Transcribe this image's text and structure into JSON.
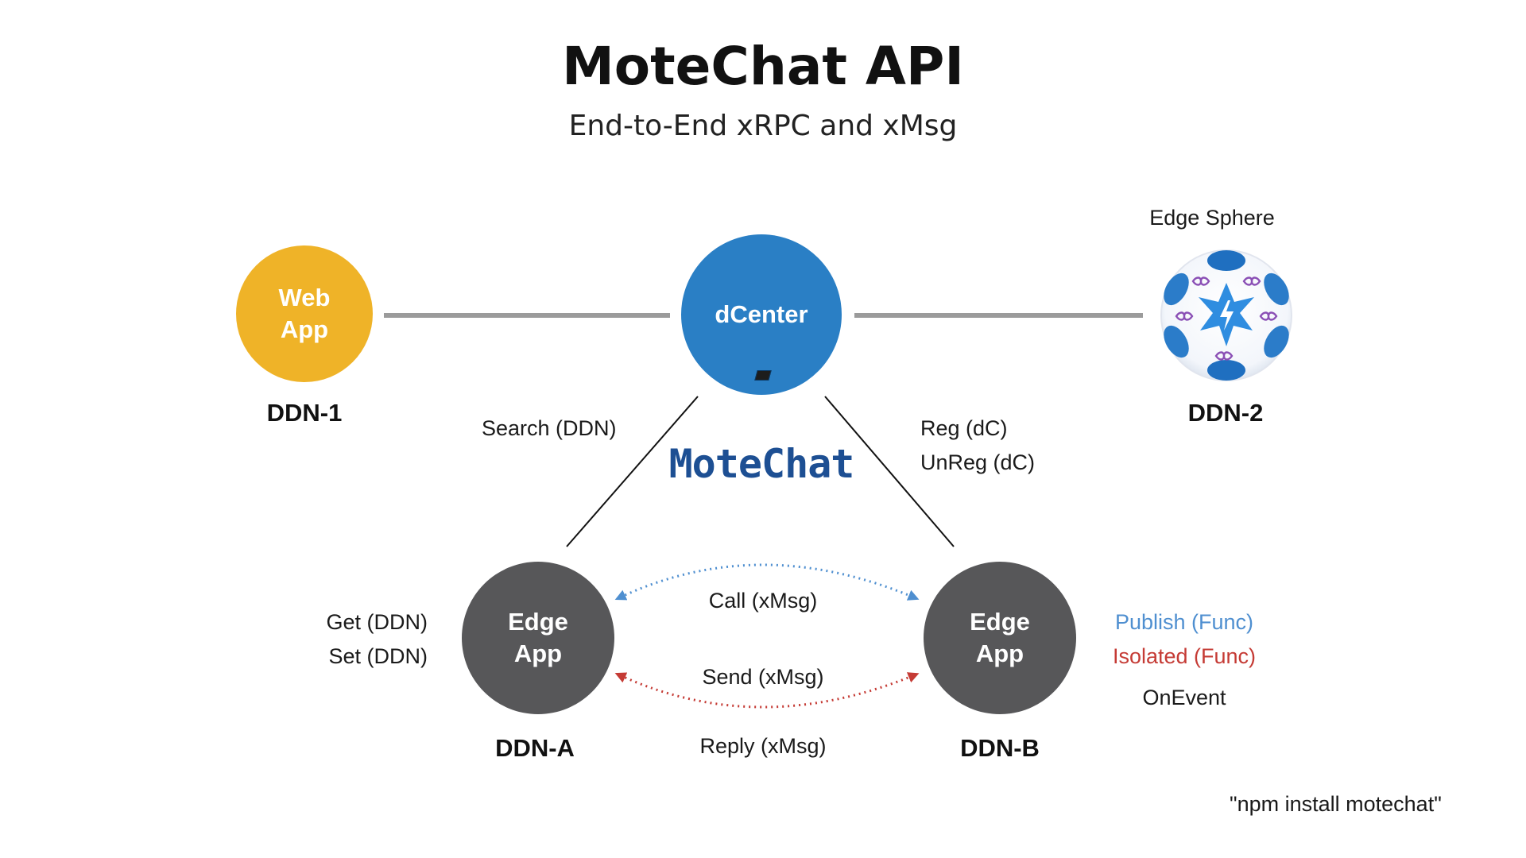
{
  "title": "MoteChat API",
  "subtitle": "End-to-End xRPC and xMsg",
  "brand": "MoteChat",
  "nodes": {
    "web_app": {
      "label": "Web App",
      "ddn": "DDN-1",
      "color": "#efb328"
    },
    "dcenter": {
      "label": "dCenter",
      "color": "#2a7fc5"
    },
    "edge_sphere": {
      "caption": "Edge Sphere",
      "ddn": "DDN-2",
      "icon": "edge-sphere-icon"
    },
    "edge_a": {
      "label": "Edge App",
      "ddn": "DDN-A",
      "color": "#575759"
    },
    "edge_b": {
      "label": "Edge App",
      "ddn": "DDN-B",
      "color": "#575759"
    }
  },
  "edges": {
    "search": "Search (DDN)",
    "reg": "Reg (dC)",
    "unreg": "UnReg (dC)",
    "call": "Call (xMsg)",
    "send": "Send (xMsg)",
    "reply": "Reply (xMsg)"
  },
  "edge_a_api": {
    "get": "Get (DDN)",
    "set": "Set (DDN)"
  },
  "edge_b_api": {
    "publish": "Publish (Func)",
    "isolated": "Isolated (Func)",
    "onevent": "OnEvent",
    "publish_color": "#4f8fd0",
    "isolated_color": "#c53b35"
  },
  "install_note": "\"npm install motechat\""
}
